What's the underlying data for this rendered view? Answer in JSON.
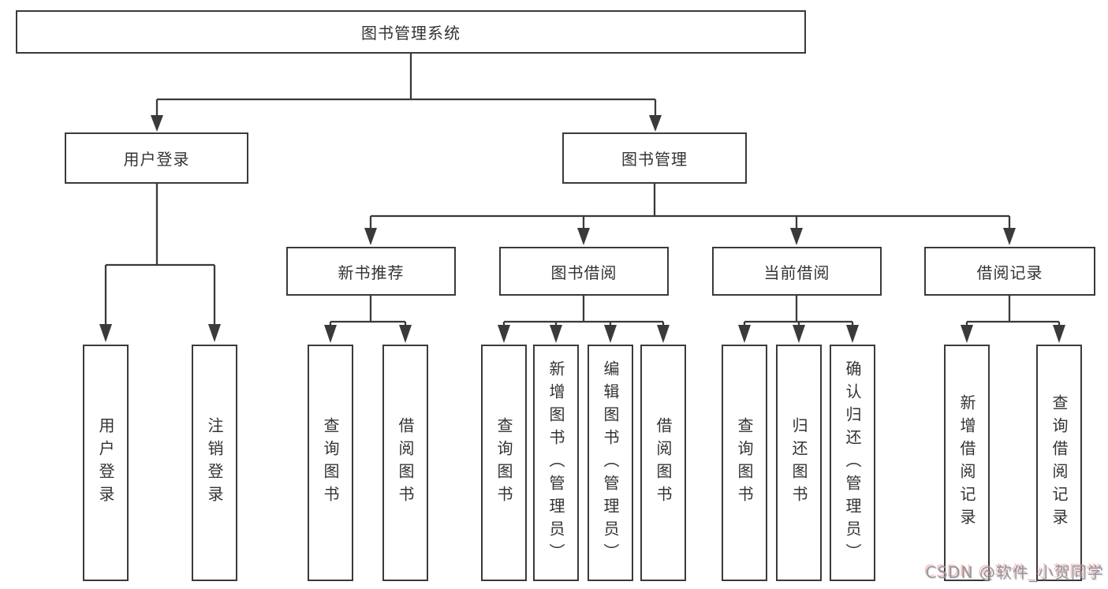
{
  "diagram_title": "图书管理系统",
  "tree": {
    "label": "图书管理系统",
    "children": [
      {
        "label": "用户登录",
        "children": [
          {
            "label": "用户登录"
          },
          {
            "label": "注销登录"
          }
        ]
      },
      {
        "label": "图书管理",
        "children": [
          {
            "label": "新书推荐",
            "children": [
              {
                "label": "查询图书"
              },
              {
                "label": "借阅图书"
              }
            ]
          },
          {
            "label": "图书借阅",
            "children": [
              {
                "label": "查询图书"
              },
              {
                "label": "新增图书（管理员）"
              },
              {
                "label": "编辑图书（管理员）"
              },
              {
                "label": "借阅图书"
              }
            ]
          },
          {
            "label": "当前借阅",
            "children": [
              {
                "label": "查询图书"
              },
              {
                "label": "归还图书"
              },
              {
                "label": "确认归还（管理员）"
              }
            ]
          },
          {
            "label": "借阅记录",
            "children": [
              {
                "label": "新增借阅记录"
              },
              {
                "label": "查询借阅记录"
              }
            ]
          }
        ]
      }
    ]
  },
  "watermark": {
    "text": "CSDN @软件_小贺同学"
  },
  "colors": {
    "background": "#ffffff",
    "box_border": "#3a3a3a",
    "connector_line": "#3a3a3a",
    "text": "#333333",
    "watermark_text": "#969696",
    "watermark_shadow": "#ec9292"
  }
}
